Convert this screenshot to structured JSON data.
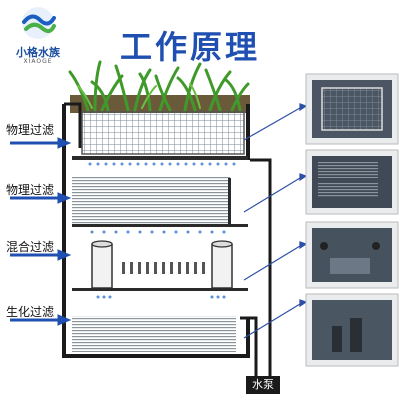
{
  "logo": {
    "name": "小格水族",
    "sub": "XIAOGE"
  },
  "title": "工作原理",
  "stages": [
    {
      "label": "物理过滤"
    },
    {
      "label": "物理过滤"
    },
    {
      "label": "混合过滤"
    },
    {
      "label": "生化过滤"
    }
  ],
  "pump_label": "水泵",
  "colors": {
    "title": "#1f4fb0",
    "arrow": "#1f4fb0",
    "frame": "#1a1a1a",
    "leader": "#2c4fa8"
  },
  "icons": [
    "logo-wave-icon",
    "plant-icon",
    "arrow-icon"
  ]
}
